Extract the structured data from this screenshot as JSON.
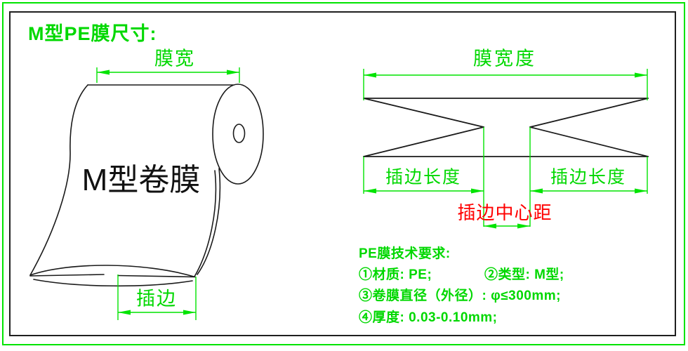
{
  "title": "M型PE膜尺寸:",
  "colors": {
    "dimension_green": "#00e400",
    "annotation_red": "#ff0000",
    "drawing_black": "#1a1a1a",
    "background": "#ffffff"
  },
  "roll_diagram": {
    "label": "M型卷膜",
    "dim_film_width": "膜宽",
    "dim_tuck": "插边"
  },
  "section_diagram": {
    "dim_film_width_total": "膜宽度",
    "dim_tuck_length_left": "插边长度",
    "dim_tuck_length_right": "插边长度",
    "dim_tuck_center_distance": "插边中心距"
  },
  "tech_requirements": {
    "heading": "PE膜技术要求:",
    "item1": "①材质: PE;",
    "item2": "②类型: M型;",
    "item3": "③卷膜直径（外径）: φ≤300mm;",
    "item4": "④厚度: 0.03-0.10mm;"
  }
}
